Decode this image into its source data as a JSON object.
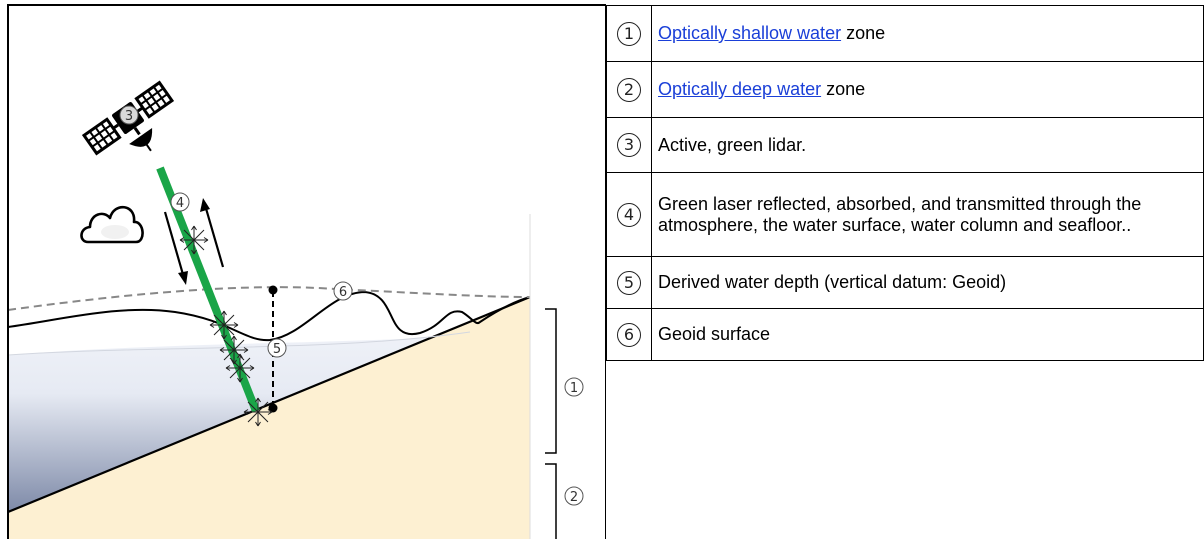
{
  "markers": {
    "m1": "1",
    "m2": "2",
    "m3": "3",
    "m4": "4",
    "m5": "5",
    "m6": "6"
  },
  "legend": [
    {
      "num": "1",
      "link": "Optically shallow water",
      "text": " zone"
    },
    {
      "num": "2",
      "link": "Optically deep water",
      "text": " zone"
    },
    {
      "num": "3",
      "text": "Active, green lidar."
    },
    {
      "num": "4",
      "text": "Green laser reflected, absorbed, and transmitted through the atmosphere, the water surface, water column and seafloor.."
    },
    {
      "num": "5",
      "text": "Derived water depth (vertical datum: Geoid)"
    },
    {
      "num": "6",
      "text": "Geoid surface"
    }
  ],
  "colors": {
    "laser": "#1aa548",
    "sand": "#fdf0d2",
    "water_top": "#f4f6fb",
    "water_bottom": "#7e8aa8",
    "link": "#1a3fd8"
  },
  "icons": [
    "satellite-icon",
    "cloud-icon"
  ]
}
